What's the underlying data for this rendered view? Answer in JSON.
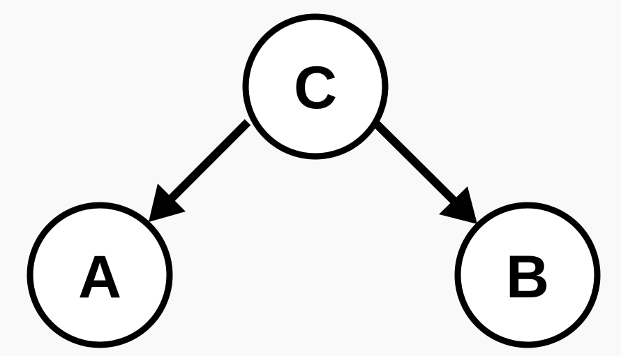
{
  "diagram": {
    "nodes": [
      {
        "id": "C",
        "label": "C"
      },
      {
        "id": "A",
        "label": "A"
      },
      {
        "id": "B",
        "label": "B"
      }
    ],
    "edges": [
      {
        "from": "C",
        "to": "A"
      },
      {
        "from": "C",
        "to": "B"
      }
    ]
  },
  "colors": {
    "background": "#f9f9f9",
    "stroke": "#000000",
    "node_fill": "#ffffff"
  }
}
